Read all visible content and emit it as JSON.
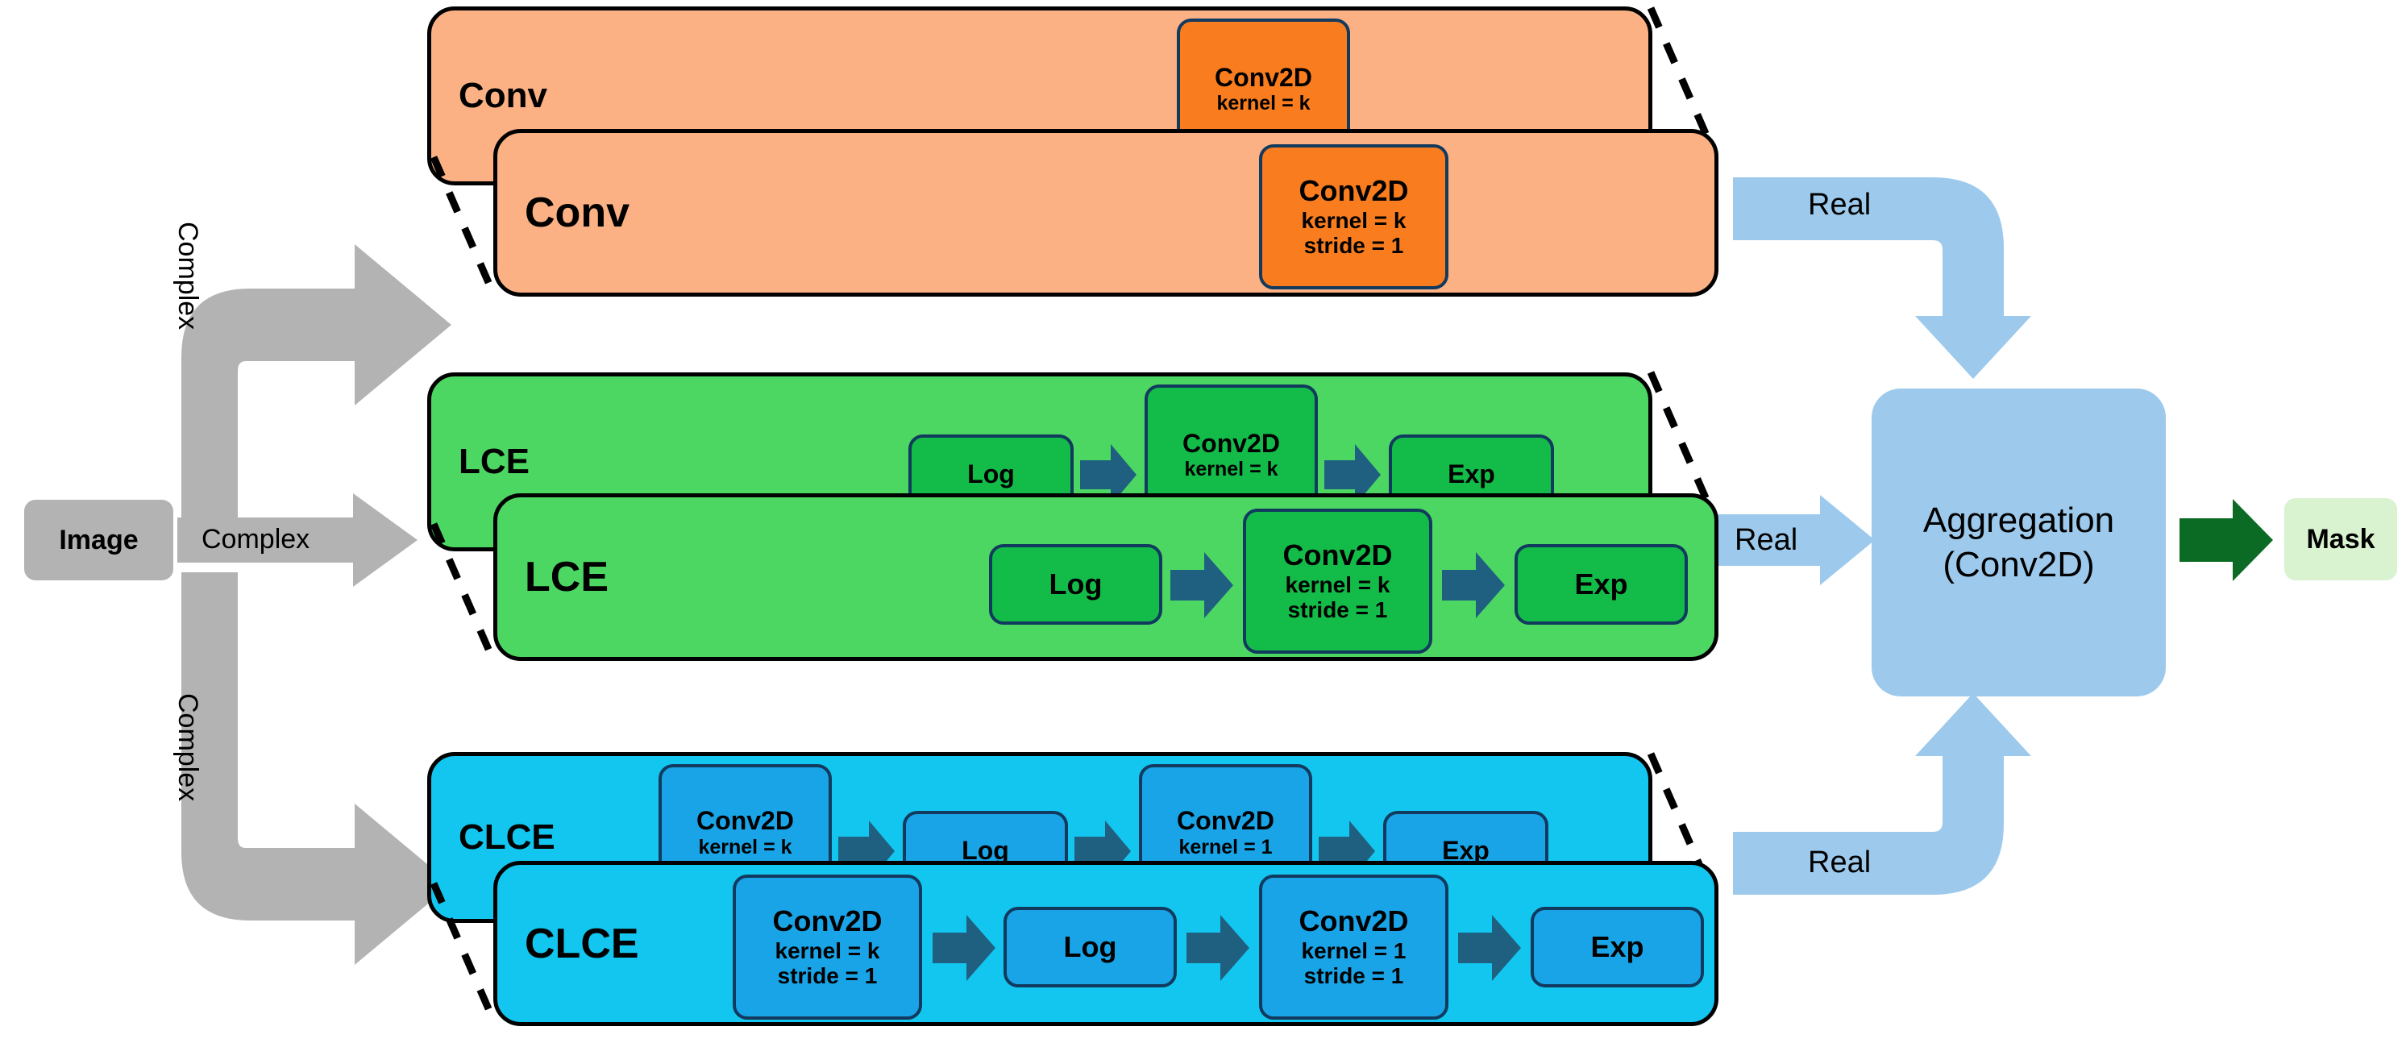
{
  "colors": {
    "conv_back": "#fbb184",
    "conv_front": "#fbb184",
    "conv_op": "#f97d1e",
    "lce_back": "#4cd763",
    "lce_front": "#4cd763",
    "lce_op": "#13bc49",
    "clce_back": "#13c6f0",
    "clce_front": "#13c6f0",
    "clce_op": "#19a4e8",
    "gray_arrow": "#b3b3b3",
    "blue_arrow": "#9dcaec",
    "green_arrow": "#0b6b25",
    "mask_bg": "#d9f2d0",
    "chevron": "#1f6080",
    "outline": "#000000",
    "op_outline": "#123a5e"
  },
  "input": {
    "image_label": "Image",
    "edges": [
      {
        "label": "Complex",
        "orientation": "vertical-up",
        "target": "conv"
      },
      {
        "label": "Complex",
        "orientation": "horizontal",
        "target": "lce"
      },
      {
        "label": "Complex",
        "orientation": "vertical-down",
        "target": "clce"
      }
    ]
  },
  "branches": [
    {
      "id": "conv",
      "color_key": "conv",
      "back": {
        "label": "Conv",
        "ops": [
          {
            "name": "conv2d",
            "title": "Conv2D",
            "subs": [
              "kernel = k"
            ]
          }
        ],
        "arrows": []
      },
      "front": {
        "label": "Conv",
        "ops": [
          {
            "name": "conv2d",
            "title": "Conv2D",
            "subs": [
              "kernel = k",
              "stride = 1"
            ]
          }
        ],
        "arrows": []
      },
      "output": {
        "label": "Real",
        "type": "elbow-down"
      }
    },
    {
      "id": "lce",
      "color_key": "lce",
      "back": {
        "label": "LCE",
        "ops": [
          {
            "name": "log",
            "title": "Log",
            "subs": []
          },
          {
            "name": "conv2d",
            "title": "Conv2D",
            "subs": [
              "kernel = k"
            ]
          },
          {
            "name": "exp",
            "title": "Exp",
            "subs": []
          }
        ],
        "arrows": [
          "chevron",
          "chevron"
        ]
      },
      "front": {
        "label": "LCE",
        "ops": [
          {
            "name": "log",
            "title": "Log",
            "subs": []
          },
          {
            "name": "conv2d",
            "title": "Conv2D",
            "subs": [
              "kernel = k",
              "stride = 1"
            ]
          },
          {
            "name": "exp",
            "title": "Exp",
            "subs": []
          }
        ],
        "arrows": [
          "chevron",
          "chevron"
        ]
      },
      "output": {
        "label": "Real",
        "type": "straight-right"
      }
    },
    {
      "id": "clce",
      "color_key": "clce",
      "back": {
        "label": "CLCE",
        "ops": [
          {
            "name": "conv2d",
            "title": "Conv2D",
            "subs": [
              "kernel = k"
            ]
          },
          {
            "name": "log",
            "title": "Log",
            "subs": []
          },
          {
            "name": "conv2d",
            "title": "Conv2D",
            "subs": [
              "kernel = 1"
            ]
          },
          {
            "name": "exp",
            "title": "Exp",
            "subs": []
          }
        ],
        "arrows": [
          "chevron",
          "chevron",
          "chevron"
        ]
      },
      "front": {
        "label": "CLCE",
        "ops": [
          {
            "name": "conv2d",
            "title": "Conv2D",
            "subs": [
              "kernel = k",
              "stride = 1"
            ]
          },
          {
            "name": "log",
            "title": "Log",
            "subs": []
          },
          {
            "name": "conv2d",
            "title": "Conv2D",
            "subs": [
              "kernel = 1",
              "stride = 1"
            ]
          },
          {
            "name": "exp",
            "title": "Exp",
            "subs": []
          }
        ],
        "arrows": [
          "chevron",
          "chevron",
          "chevron"
        ]
      },
      "output": {
        "label": "Real",
        "type": "elbow-up"
      }
    }
  ],
  "aggregation": {
    "title": "Aggregation",
    "subtitle": "(Conv2D)"
  },
  "output": {
    "mask_label": "Mask"
  },
  "chart_data": {
    "type": "diagram",
    "title": "Complex-valued convolution branch architectures",
    "nodes": [
      "Image",
      "Conv",
      "LCE",
      "CLCE",
      "Aggregation (Conv2D)",
      "Mask"
    ],
    "edges": [
      {
        "from": "Image",
        "to": "Conv",
        "label": "Complex"
      },
      {
        "from": "Image",
        "to": "LCE",
        "label": "Complex"
      },
      {
        "from": "Image",
        "to": "CLCE",
        "label": "Complex"
      },
      {
        "from": "Conv",
        "to": "Aggregation (Conv2D)",
        "label": "Real"
      },
      {
        "from": "LCE",
        "to": "Aggregation (Conv2D)",
        "label": "Real"
      },
      {
        "from": "CLCE",
        "to": "Aggregation (Conv2D)",
        "label": "Real"
      },
      {
        "from": "Aggregation (Conv2D)",
        "to": "Mask",
        "label": ""
      }
    ]
  }
}
